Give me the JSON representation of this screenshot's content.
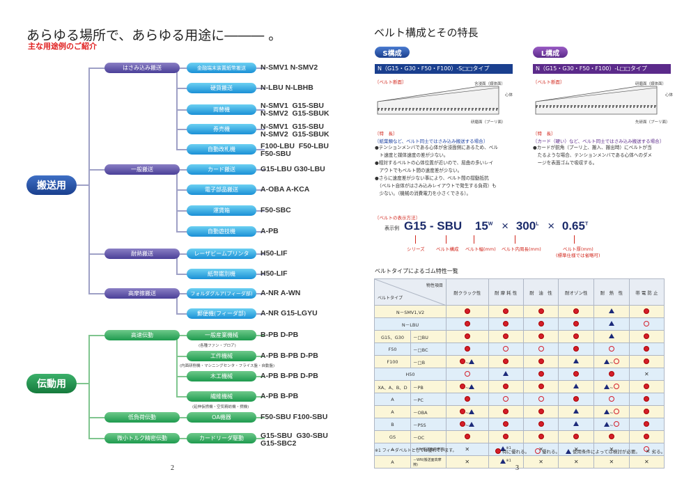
{
  "left": {
    "title": "あらゆる場所で、あらゆる用途に――― 。",
    "subtitle": "主な用途例のご紹介",
    "page_no": "2",
    "groups": [
      {
        "label": "搬送用",
        "color": "#1f4aa0"
      },
      {
        "label": "伝動用",
        "color": "#1e8a4a"
      }
    ],
    "categories": [
      "はさみ込み搬送",
      "一般搬送",
      "耐熱搬送",
      "高摩擦搬送",
      "高速伝動",
      "低負荷伝動",
      "微小トルク精密伝動"
    ],
    "apps": [
      {
        "label": "金融端末装置紙幣搬送",
        "code": "N-SMV1  N-SMV2"
      },
      {
        "label": "硬貨搬送",
        "code": "N-LBU  N-LBHB"
      },
      {
        "label": "両替機",
        "code": "N-SMV1  G15-SBU\nN-SMV2  G15-SBUK"
      },
      {
        "label": "券売機",
        "code": "N-SMV1  G15-SBU\nN-SMV2  G15-SBUK"
      },
      {
        "label": "自動改札機",
        "code": "F100-LBU  F50-LBU\nF50-SBU"
      },
      {
        "label": "カード搬送",
        "code": "G15-LBU  G30-LBU"
      },
      {
        "label": "電子部品搬送",
        "code": "A-OBA  A-KCA"
      },
      {
        "label": "運賃箱",
        "code": "F50-SBC"
      },
      {
        "label": "自動遊技機",
        "code": "A-PB"
      },
      {
        "label": "レーザビームプリンタ",
        "code": "H50-LIF"
      },
      {
        "label": "紙幣鑑別機",
        "code": "H50-LIF"
      },
      {
        "label": "フォルダグルア(フィーダ部)",
        "code": "A-NR  A-WN"
      },
      {
        "label": "郵便機(フィーダ部)",
        "code": "A-NR  G15-LGYU"
      },
      {
        "label": "一般産業機械",
        "code": "B-PB  D-PB",
        "note": "(各種ファン・ブロア)"
      },
      {
        "label": "工作機械",
        "code": "A-PB  B-PB  D-PB",
        "note": "(内面研削機・マシニングセンタ・フライス盤・自動盤)"
      },
      {
        "label": "木工機械",
        "code": "A-PB  B-PB  D-PB"
      },
      {
        "label": "繊維機械",
        "code": "A-PB  B-PB",
        "note": "(延伸仮撚機・空気精紡機・撚機)"
      },
      {
        "label": "OA機器",
        "code": "F50-SBU  F100-SBU"
      },
      {
        "label": "カードリーダ駆動",
        "code": "G15-SBU  G30-SBU\nG15-SBC2"
      }
    ]
  },
  "right": {
    "title": "ベルト構成とその特長",
    "page_no": "3",
    "s": {
      "badge": "S構成",
      "type_bar": "N（G15・G30・F50・F100）-S□□タイプ",
      "section_label": "〔ベルト断面〕",
      "callouts": [
        "含浸面（媒体面）",
        "心体",
        "研磨面（プーリ面）"
      ],
      "feature_head": "〔特　長〕",
      "feature_sub": "〔紙葉類など、ベルト同士ではさみ込み搬送する場合〕",
      "features": [
        "●テンションメンバである心体が含浸面側にあるため、ベル",
        "　ト速度と媒体速度の差が少ない。",
        "●相対するベルトの心体位置が近いので、屈曲の多いレイ",
        "　アウトでもベルト間の速度差が少ない。",
        "●さらに速度差が少ない事により、ベルト間の摺動抵抗",
        "　（ベルト自体がはさみ込みレイアウトで発生する負荷）も",
        "　少ない。（機械の消費電力を小さくできる）。"
      ]
    },
    "l": {
      "badge": "L構成",
      "type_bar": "N（G15・G30・F50・F100）-L□□タイプ",
      "section_label": "〔ベルト断面〕",
      "callouts": [
        "研磨面（媒体面）",
        "心体",
        "先研面（プーリ面）"
      ],
      "feature_head": "〔特　長〕",
      "feature_sub": "〔カード（硬い）など、ベルト同士ではさみ込み搬送する場合〕",
      "features": [
        "●カードが鋭角（プーリ上、搬入、搬出時）にベルトが当",
        "　たるような場合、テンションメンバである心体へのダメ",
        "　ージを表面ゴムで吸収する。"
      ]
    },
    "display": {
      "head": "〔ベルトの表示方法〕",
      "example": "表示例",
      "code": "G15 - SBU",
      "w": "15",
      "w_sup": "W",
      "x1": "×",
      "l": "300",
      "l_sup": "L",
      "x2": "×",
      "t": "0.65",
      "t_sup": "T",
      "notes": [
        "シリーズ",
        "ベルト構成",
        "ベルト幅(mm)",
        "ベルト内周長(mm)",
        "ベルト厚(mm)",
        "(標準仕様では省略可)"
      ]
    },
    "table": {
      "title": "ベルトタイプによるゴム特性一覧",
      "corner_top": "物性項目",
      "corner_bottom": "ベルトタイプ",
      "headers": [
        "耐クラック性",
        "耐 摩 耗 性",
        "耐　油　性",
        "耐オゾン性",
        "耐　熱　性",
        "帯 電 防 止"
      ],
      "rows": [
        {
          "a": "N－SMV1,V2",
          "b": "",
          "m": [
            "o",
            "o",
            "o",
            "o",
            "t",
            "o"
          ],
          "bg": "#fbf6d8"
        },
        {
          "a": "N－LBU",
          "b": "",
          "m": [
            "o",
            "o",
            "o",
            "o",
            "t",
            "c"
          ],
          "bg": "#e0eef9"
        },
        {
          "a": "G15、G30",
          "b": "－□BU",
          "m": [
            "o",
            "o",
            "o",
            "o",
            "t",
            "o"
          ],
          "bg": "#fbf6d8"
        },
        {
          "a": "F50",
          "b": "－□BC",
          "m": [
            "o",
            "c",
            "c",
            "o",
            "c",
            "o"
          ],
          "bg": "#e0eef9"
        },
        {
          "a": "F100",
          "b": "－□B",
          "m": [
            "o~t",
            "o",
            "o",
            "t",
            "t~c",
            "o"
          ],
          "bg": "#fbf6d8"
        },
        {
          "a": "H50",
          "b": "",
          "m": [
            "c",
            "t",
            "o",
            "o",
            "o",
            "x"
          ],
          "bg": "#e0eef9"
        },
        {
          "a": "XA、A、B、D",
          "b": "－PB",
          "m": [
            "o~t",
            "o",
            "o",
            "t",
            "t~c",
            "o"
          ],
          "bg": "#fbf6d8"
        },
        {
          "a": "A",
          "b": "－PC",
          "m": [
            "o",
            "c",
            "c",
            "o",
            "c",
            "o"
          ],
          "bg": "#e0eef9"
        },
        {
          "a": "A",
          "b": "－OBA",
          "m": [
            "o~t",
            "o",
            "o",
            "t",
            "t~c",
            "o"
          ],
          "bg": "#fbf6d8"
        },
        {
          "a": "B",
          "b": "－PSS",
          "m": [
            "o~t",
            "o",
            "o",
            "t",
            "t~c",
            "o"
          ],
          "bg": "#e0eef9"
        },
        {
          "a": "GS",
          "b": "－OC",
          "m": [
            "o",
            "o",
            "o",
            "o",
            "o",
            "o"
          ],
          "bg": "#fbf6d8"
        },
        {
          "a": "A",
          "b": "－NR(搬送面高摩擦)",
          "m": [
            "x",
            "t*",
            "x",
            "x",
            "x",
            "c"
          ],
          "bg": "#e0eef9"
        },
        {
          "a": "A",
          "b": "－WN(搬送面高摩擦)",
          "m": [
            "x",
            "t*",
            "x",
            "x",
            "x",
            "x"
          ],
          "bg": "#fbf6d8"
        }
      ],
      "star_note": "※1",
      "footnote": "※1 フィーダベルトとしては優れています。",
      "legend": [
        {
          "mark": "o",
          "text": "特に優れる。"
        },
        {
          "mark": "c",
          "text": "優れる。"
        },
        {
          "mark": "t",
          "text": "使用条件によっては検討が必要。"
        },
        {
          "mark": "x",
          "text": "劣る。"
        }
      ]
    }
  }
}
